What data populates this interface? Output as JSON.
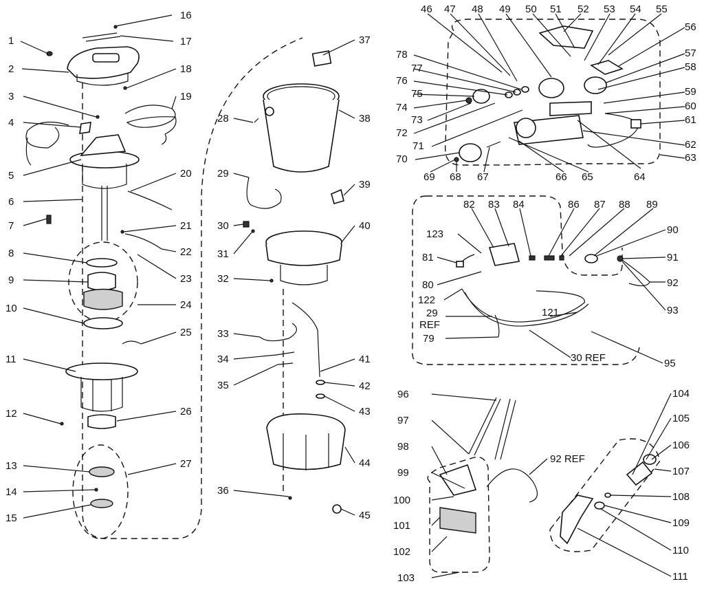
{
  "callouts": [
    {
      "id": "c1",
      "text": "1"
    },
    {
      "id": "c2",
      "text": "2"
    },
    {
      "id": "c3",
      "text": "3"
    },
    {
      "id": "c4",
      "text": "4"
    },
    {
      "id": "c5",
      "text": "5"
    },
    {
      "id": "c6",
      "text": "6"
    },
    {
      "id": "c7",
      "text": "7"
    },
    {
      "id": "c8",
      "text": "8"
    },
    {
      "id": "c9",
      "text": "9"
    },
    {
      "id": "c10",
      "text": "10"
    },
    {
      "id": "c11",
      "text": "11"
    },
    {
      "id": "c12",
      "text": "12"
    },
    {
      "id": "c13",
      "text": "13"
    },
    {
      "id": "c14",
      "text": "14"
    },
    {
      "id": "c15",
      "text": "15"
    },
    {
      "id": "c16",
      "text": "16"
    },
    {
      "id": "c17",
      "text": "17"
    },
    {
      "id": "c18",
      "text": "18"
    },
    {
      "id": "c19",
      "text": "19"
    },
    {
      "id": "c20",
      "text": "20"
    },
    {
      "id": "c21",
      "text": "21"
    },
    {
      "id": "c22",
      "text": "22"
    },
    {
      "id": "c23",
      "text": "23"
    },
    {
      "id": "c24",
      "text": "24"
    },
    {
      "id": "c25",
      "text": "25"
    },
    {
      "id": "c26",
      "text": "26"
    },
    {
      "id": "c27",
      "text": "27"
    },
    {
      "id": "c28",
      "text": "28"
    },
    {
      "id": "c29",
      "text": "29"
    },
    {
      "id": "c30",
      "text": "30"
    },
    {
      "id": "c31",
      "text": "31"
    },
    {
      "id": "c32",
      "text": "32"
    },
    {
      "id": "c33",
      "text": "33"
    },
    {
      "id": "c34",
      "text": "34"
    },
    {
      "id": "c35",
      "text": "35"
    },
    {
      "id": "c36",
      "text": "36"
    },
    {
      "id": "c37",
      "text": "37"
    },
    {
      "id": "c38",
      "text": "38"
    },
    {
      "id": "c39",
      "text": "39"
    },
    {
      "id": "c40",
      "text": "40"
    },
    {
      "id": "c41",
      "text": "41"
    },
    {
      "id": "c42",
      "text": "42"
    },
    {
      "id": "c43",
      "text": "43"
    },
    {
      "id": "c44",
      "text": "44"
    },
    {
      "id": "c45",
      "text": "45"
    },
    {
      "id": "c46",
      "text": "46"
    },
    {
      "id": "c47",
      "text": "47"
    },
    {
      "id": "c48",
      "text": "48"
    },
    {
      "id": "c49",
      "text": "49"
    },
    {
      "id": "c50",
      "text": "50"
    },
    {
      "id": "c51",
      "text": "51"
    },
    {
      "id": "c52",
      "text": "52"
    },
    {
      "id": "c53",
      "text": "53"
    },
    {
      "id": "c54",
      "text": "54"
    },
    {
      "id": "c55",
      "text": "55"
    },
    {
      "id": "c56",
      "text": "56"
    },
    {
      "id": "c57",
      "text": "57"
    },
    {
      "id": "c58",
      "text": "58"
    },
    {
      "id": "c59",
      "text": "59"
    },
    {
      "id": "c60",
      "text": "60"
    },
    {
      "id": "c61",
      "text": "61"
    },
    {
      "id": "c62",
      "text": "62"
    },
    {
      "id": "c63",
      "text": "63"
    },
    {
      "id": "c64",
      "text": "64"
    },
    {
      "id": "c65",
      "text": "65"
    },
    {
      "id": "c66",
      "text": "66"
    },
    {
      "id": "c67",
      "text": "67"
    },
    {
      "id": "c68",
      "text": "68"
    },
    {
      "id": "c69",
      "text": "69"
    },
    {
      "id": "c70",
      "text": "70"
    },
    {
      "id": "c71",
      "text": "71"
    },
    {
      "id": "c72",
      "text": "72"
    },
    {
      "id": "c73",
      "text": "73"
    },
    {
      "id": "c74",
      "text": "74"
    },
    {
      "id": "c75",
      "text": "75"
    },
    {
      "id": "c76",
      "text": "76"
    },
    {
      "id": "c77",
      "text": "77"
    },
    {
      "id": "c78",
      "text": "78"
    },
    {
      "id": "c79",
      "text": "79"
    },
    {
      "id": "c80",
      "text": "80"
    },
    {
      "id": "c81",
      "text": "81"
    },
    {
      "id": "c82",
      "text": "82"
    },
    {
      "id": "c83",
      "text": "83"
    },
    {
      "id": "c84",
      "text": "84"
    },
    {
      "id": "c86",
      "text": "86"
    },
    {
      "id": "c87",
      "text": "87"
    },
    {
      "id": "c88",
      "text": "88"
    },
    {
      "id": "c89",
      "text": "89"
    },
    {
      "id": "c90",
      "text": "90"
    },
    {
      "id": "c91",
      "text": "91"
    },
    {
      "id": "c92",
      "text": "92"
    },
    {
      "id": "c93",
      "text": "93"
    },
    {
      "id": "c95",
      "text": "95"
    },
    {
      "id": "c96",
      "text": "96"
    },
    {
      "id": "c97",
      "text": "97"
    },
    {
      "id": "c98",
      "text": "98"
    },
    {
      "id": "c99",
      "text": "99"
    },
    {
      "id": "c100",
      "text": "100"
    },
    {
      "id": "c101",
      "text": "101"
    },
    {
      "id": "c102",
      "text": "102"
    },
    {
      "id": "c103",
      "text": "103"
    },
    {
      "id": "c104",
      "text": "104"
    },
    {
      "id": "c105",
      "text": "105"
    },
    {
      "id": "c106",
      "text": "106"
    },
    {
      "id": "c107",
      "text": "107"
    },
    {
      "id": "c108",
      "text": "108"
    },
    {
      "id": "c109",
      "text": "109"
    },
    {
      "id": "c110",
      "text": "110"
    },
    {
      "id": "c111",
      "text": "111"
    },
    {
      "id": "c121",
      "text": "121"
    },
    {
      "id": "c122",
      "text": "122"
    },
    {
      "id": "c123",
      "text": "123"
    },
    {
      "id": "c29ref",
      "text": "29"
    },
    {
      "id": "cref",
      "text": "REF"
    },
    {
      "id": "c30ref",
      "text": "30 REF"
    },
    {
      "id": "c92ref",
      "text": "92 REF"
    }
  ]
}
